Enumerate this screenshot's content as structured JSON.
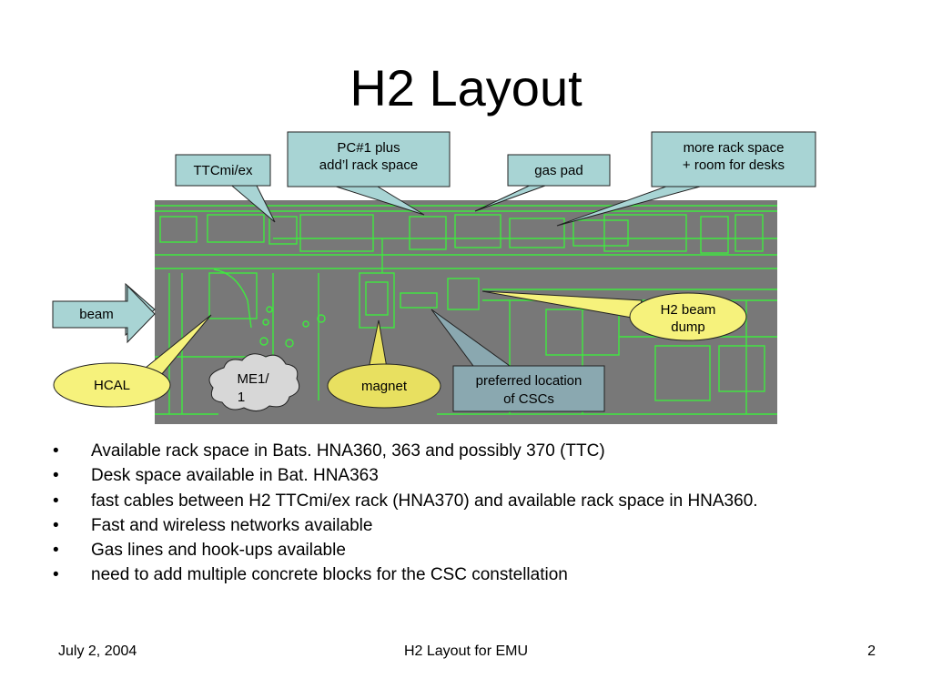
{
  "slide": {
    "title": "H2 Layout",
    "callouts": {
      "ttc": "TTCmi/ex",
      "pc_line1": "PC#1 plus",
      "pc_line2": "add’l rack space",
      "gaspad": "gas pad",
      "rack_line1": "more rack space",
      "rack_line2": "+ room for desks",
      "beam": "beam",
      "dump_line1": "H2 beam",
      "dump_line2": "dump",
      "hcal": "HCAL",
      "me1_line1": "ME1/",
      "me1_line2": "1",
      "magnet": "magnet",
      "csc_line1": "preferred location",
      "csc_line2": "of CSCs"
    },
    "bullets": [
      "Available rack space in Bats. HNA360, 363 and possibly 370 (TTC)",
      "Desk space available in Bat. HNA363",
      "fast cables between H2 TTCmi/ex rack (HNA370) and available rack space in HNA360.",
      "Fast and wireless networks available",
      "Gas lines and hook-ups available",
      "need to add multiple concrete blocks for the CSC constellation"
    ],
    "footer": {
      "date": "July 2, 2004",
      "center": "H2 Layout for EMU",
      "page": "2"
    },
    "colors": {
      "callout_box": "#a8d4d4",
      "callout_yellow": "#f6f27c",
      "callout_magnet": "#e8e060",
      "csc_box": "#8aa8b0",
      "plan_bg": "#777777",
      "plan_lines": "#33ee33"
    }
  }
}
